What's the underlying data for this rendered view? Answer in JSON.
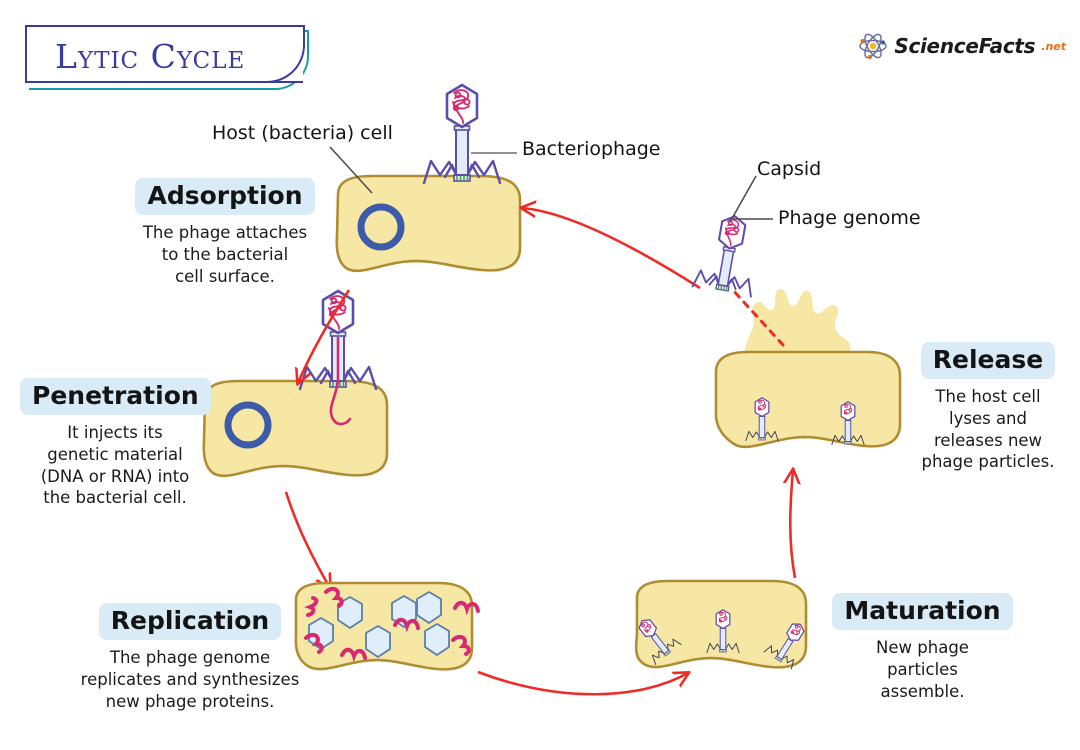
{
  "page": {
    "title": "Lytic Cycle",
    "background_color": "#ffffff"
  },
  "title_banner": {
    "text": "Lytic Cycle",
    "border_color": "#3b3b9e",
    "shadow_color": "#12a0a8"
  },
  "logo": {
    "icon": "atom-icon",
    "name": "ScienceFacts",
    "tld": ".net",
    "tld_color": "#e8701a"
  },
  "callouts": [
    {
      "id": "host-cell",
      "text": "Host (bacteria) cell"
    },
    {
      "id": "bacteriophage",
      "text": "Bacteriophage"
    },
    {
      "id": "capsid",
      "text": "Capsid"
    },
    {
      "id": "phage-genome",
      "text": "Phage genome"
    }
  ],
  "stages": [
    {
      "id": "adsorption",
      "label": "Adsorption",
      "description": "The phage attaches\nto the bacterial\ncell surface."
    },
    {
      "id": "penetration",
      "label": "Penetration",
      "description": "It injects its\ngenetic material\n(DNA or RNA) into\nthe bacterial cell."
    },
    {
      "id": "replication",
      "label": "Replication",
      "description": "The phage genome\nreplicates and synthesizes\nnew phage proteins."
    },
    {
      "id": "maturation",
      "label": "Maturation",
      "description": "New phage\nparticles\nassemble."
    },
    {
      "id": "release",
      "label": "Release",
      "description": "The host cell\nlyses and\nreleases new\nphage particles."
    }
  ],
  "colors": {
    "cell_fill": "#f7e7a4",
    "cell_stroke": "#b08d33",
    "nucleoid": "#3d5ba9",
    "capsid_stroke": "#5b4ea8",
    "capsid_fill": "#ffffff",
    "tail_fill": "#e3ecfa",
    "genome_pink": "#d62b72",
    "badge_bg": "#d8ebf7",
    "arrow_red": "#ee2b26",
    "leader_line": "#5a5a5a",
    "hexagon_fill": "#dfeefa",
    "hexagon_stroke": "#5a7fa8",
    "baseplate_green": "#4f9e3f"
  },
  "replication_contents": {
    "capsid_count": 6,
    "genome_strand_count": 7
  },
  "maturation_contents": {
    "phage_count": 3
  },
  "release_contents": {
    "phage_count": 2
  }
}
